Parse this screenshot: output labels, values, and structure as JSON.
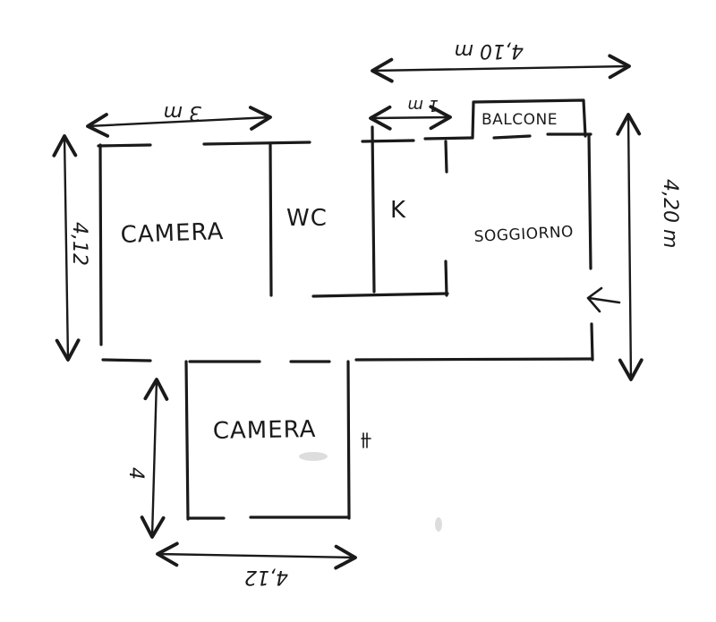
{
  "rooms": {
    "bedroom_top": "CAMERA",
    "wc": "WC",
    "kitchen": "K",
    "living": "SOGGIORNO",
    "balcony": "BALCONE",
    "bedroom_bottom": "CAMERA"
  },
  "dimensions": {
    "top_left_width": "3 m",
    "kitchen_width": "1 m",
    "living_width": "4,10 m",
    "left_height": "4,12",
    "right_height": "4,20 m",
    "bottom_height": "4",
    "bottom_width": "4,12"
  }
}
